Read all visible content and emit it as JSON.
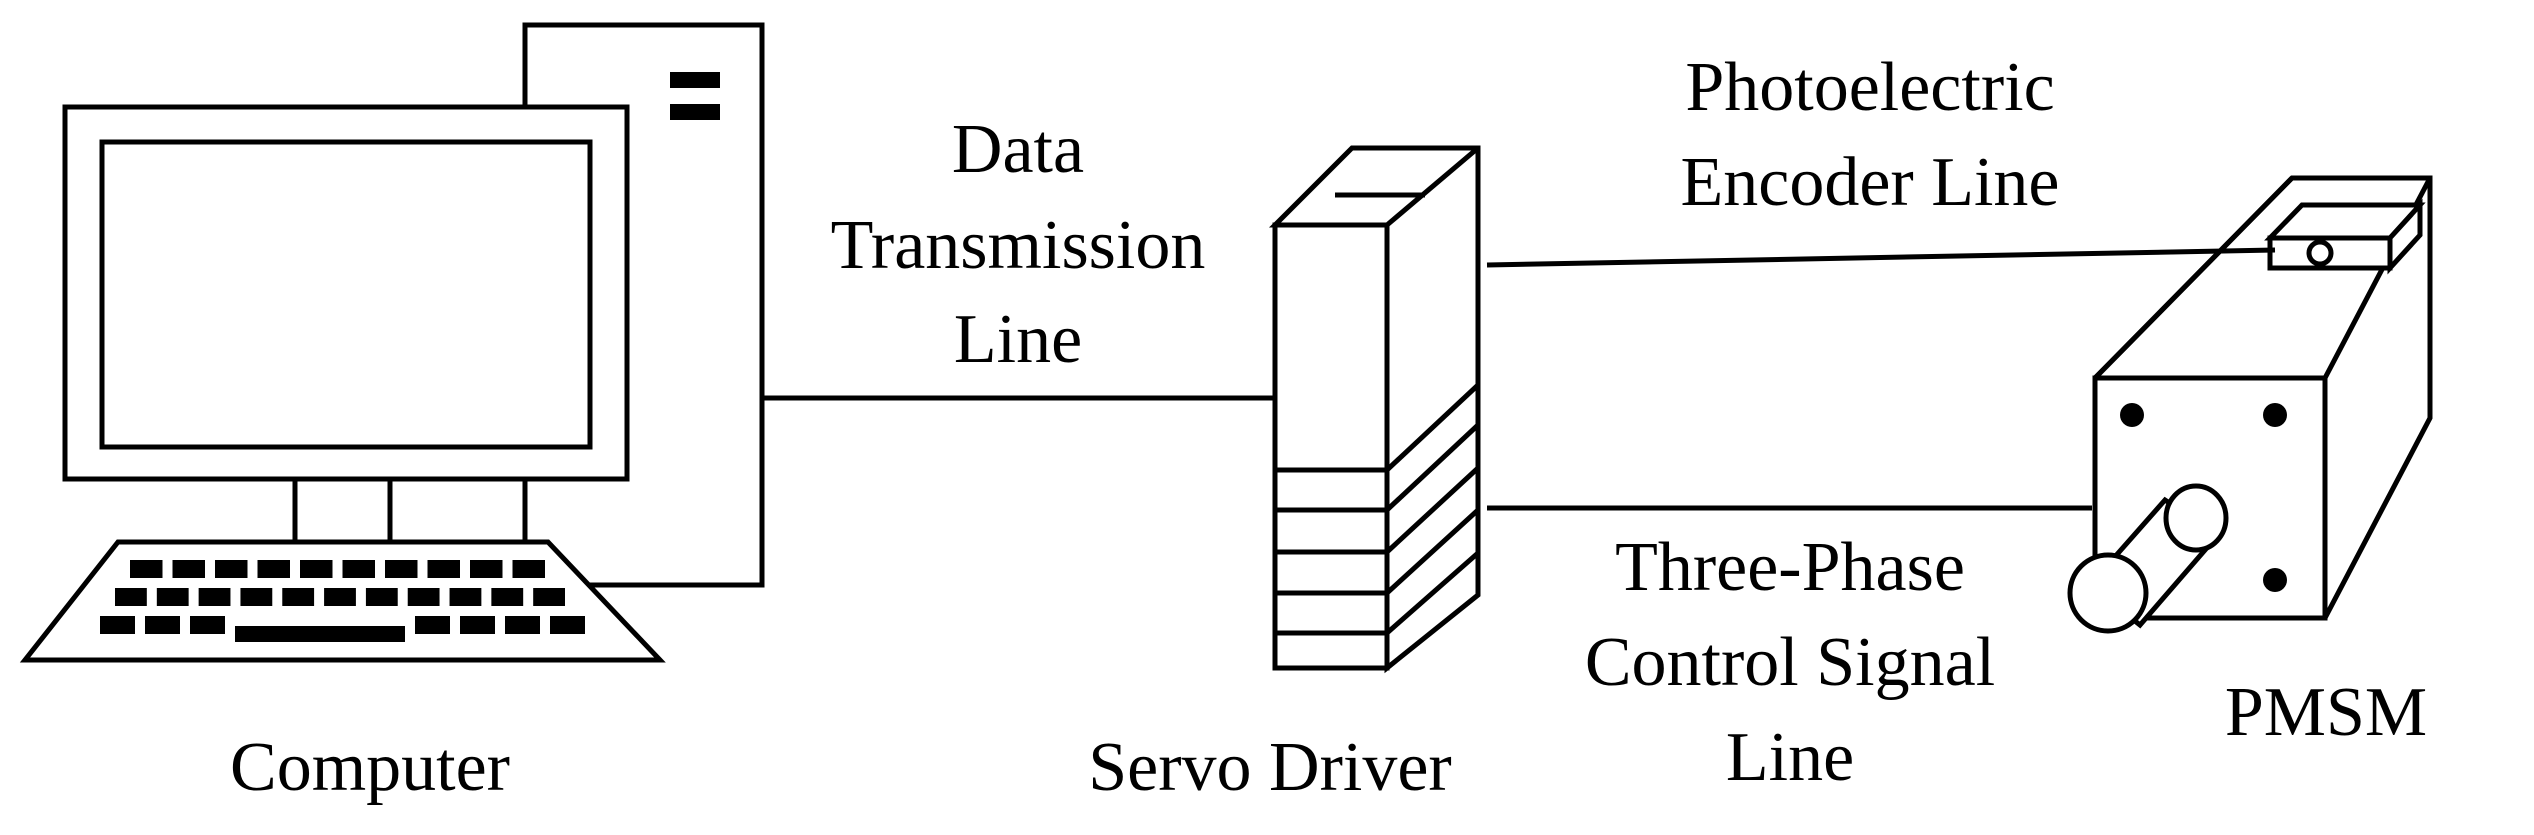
{
  "diagram": {
    "nodes": {
      "computer": {
        "label": "Computer",
        "icon": "desktop-computer-icon"
      },
      "servo_driver": {
        "label": "Servo Driver",
        "icon": "servo-driver-icon"
      },
      "pmsm": {
        "label": "PMSM",
        "icon": "motor-icon"
      }
    },
    "connections": {
      "data_line": {
        "lines": [
          "Data",
          "Transmission",
          "Line"
        ]
      },
      "encoder_line": {
        "lines": [
          "Photoelectric",
          "Encoder Line"
        ]
      },
      "control_line": {
        "lines": [
          "Three-Phase",
          "Control Signal",
          "Line"
        ]
      }
    },
    "colors": {
      "ink": "#000000",
      "background": "#ffffff"
    }
  }
}
